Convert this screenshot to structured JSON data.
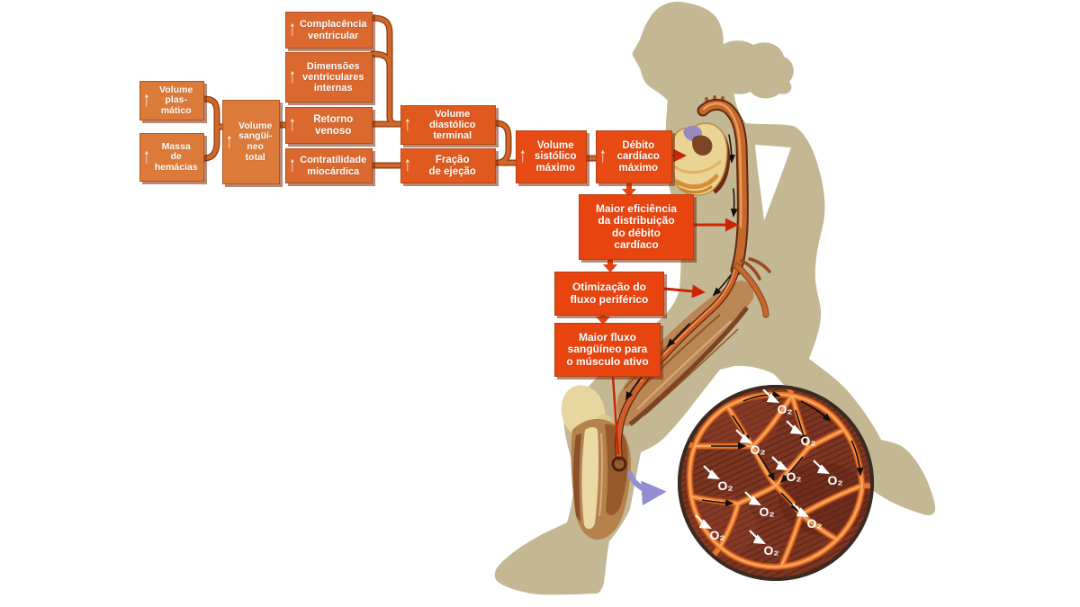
{
  "glyphs": {
    "up_arrow": "↑"
  },
  "flowchart": {
    "boxes": [
      {
        "id": "volume-plasmatico",
        "label": "Volume\nplas-\nmático",
        "arrow": true
      },
      {
        "id": "massa-hemacias",
        "label": "Massa\nde\nhemácias",
        "arrow": true
      },
      {
        "id": "volume-sanguineo-total",
        "label": "Volume\nsangüí-\nneo\ntotal",
        "arrow": true
      },
      {
        "id": "complacencia",
        "label": "Complacência\nventricular",
        "arrow": true
      },
      {
        "id": "dimensoes",
        "label": "Dimensões\nventriculares\ninternas",
        "arrow": true
      },
      {
        "id": "retorno-venoso",
        "label": "Retorno\nvenoso",
        "arrow": true
      },
      {
        "id": "contratilidade",
        "label": "Contratilidade\nmiocárdica",
        "arrow": true
      },
      {
        "id": "volume-diastolico",
        "label": "Volume\ndiastólico\nterminal",
        "arrow": true
      },
      {
        "id": "fracao-ejecao",
        "label": "Fração\nde ejeção",
        "arrow": true
      },
      {
        "id": "volume-sistolico",
        "label": "Volume\nsistólico\nmáximo",
        "arrow": true
      },
      {
        "id": "debito-cardiaco",
        "label": "Débito\ncardíaco\nmáximo",
        "arrow": true
      },
      {
        "id": "maior-eficiencia",
        "label": "Maior eficiência\nda distribuição\ndo débito\ncardíaco",
        "arrow": false
      },
      {
        "id": "otimizacao-fluxo",
        "label": "Otimização do\nfluxo periférico",
        "arrow": false
      },
      {
        "id": "maior-fluxo-musculo",
        "label": "Maior fluxo\nsangüíneo para\no músculo ativo",
        "arrow": false
      }
    ]
  },
  "inset": {
    "o2_label": "O₂",
    "o2_count": 10
  },
  "colors": {
    "box_light_orange": "#dc7b39",
    "box_mid_orange": "#db682e",
    "box_deep_orange": "#e05a20",
    "box_red_orange": "#e74a13",
    "box_red": "#e84410",
    "connector_orange": "#d06728",
    "connector_red": "#cc2505",
    "silhouette_tan": "#c4b794",
    "inset_background": "#7c3522",
    "capillary_orange": "#e8762f",
    "pointer_purple": "#938dd2"
  }
}
